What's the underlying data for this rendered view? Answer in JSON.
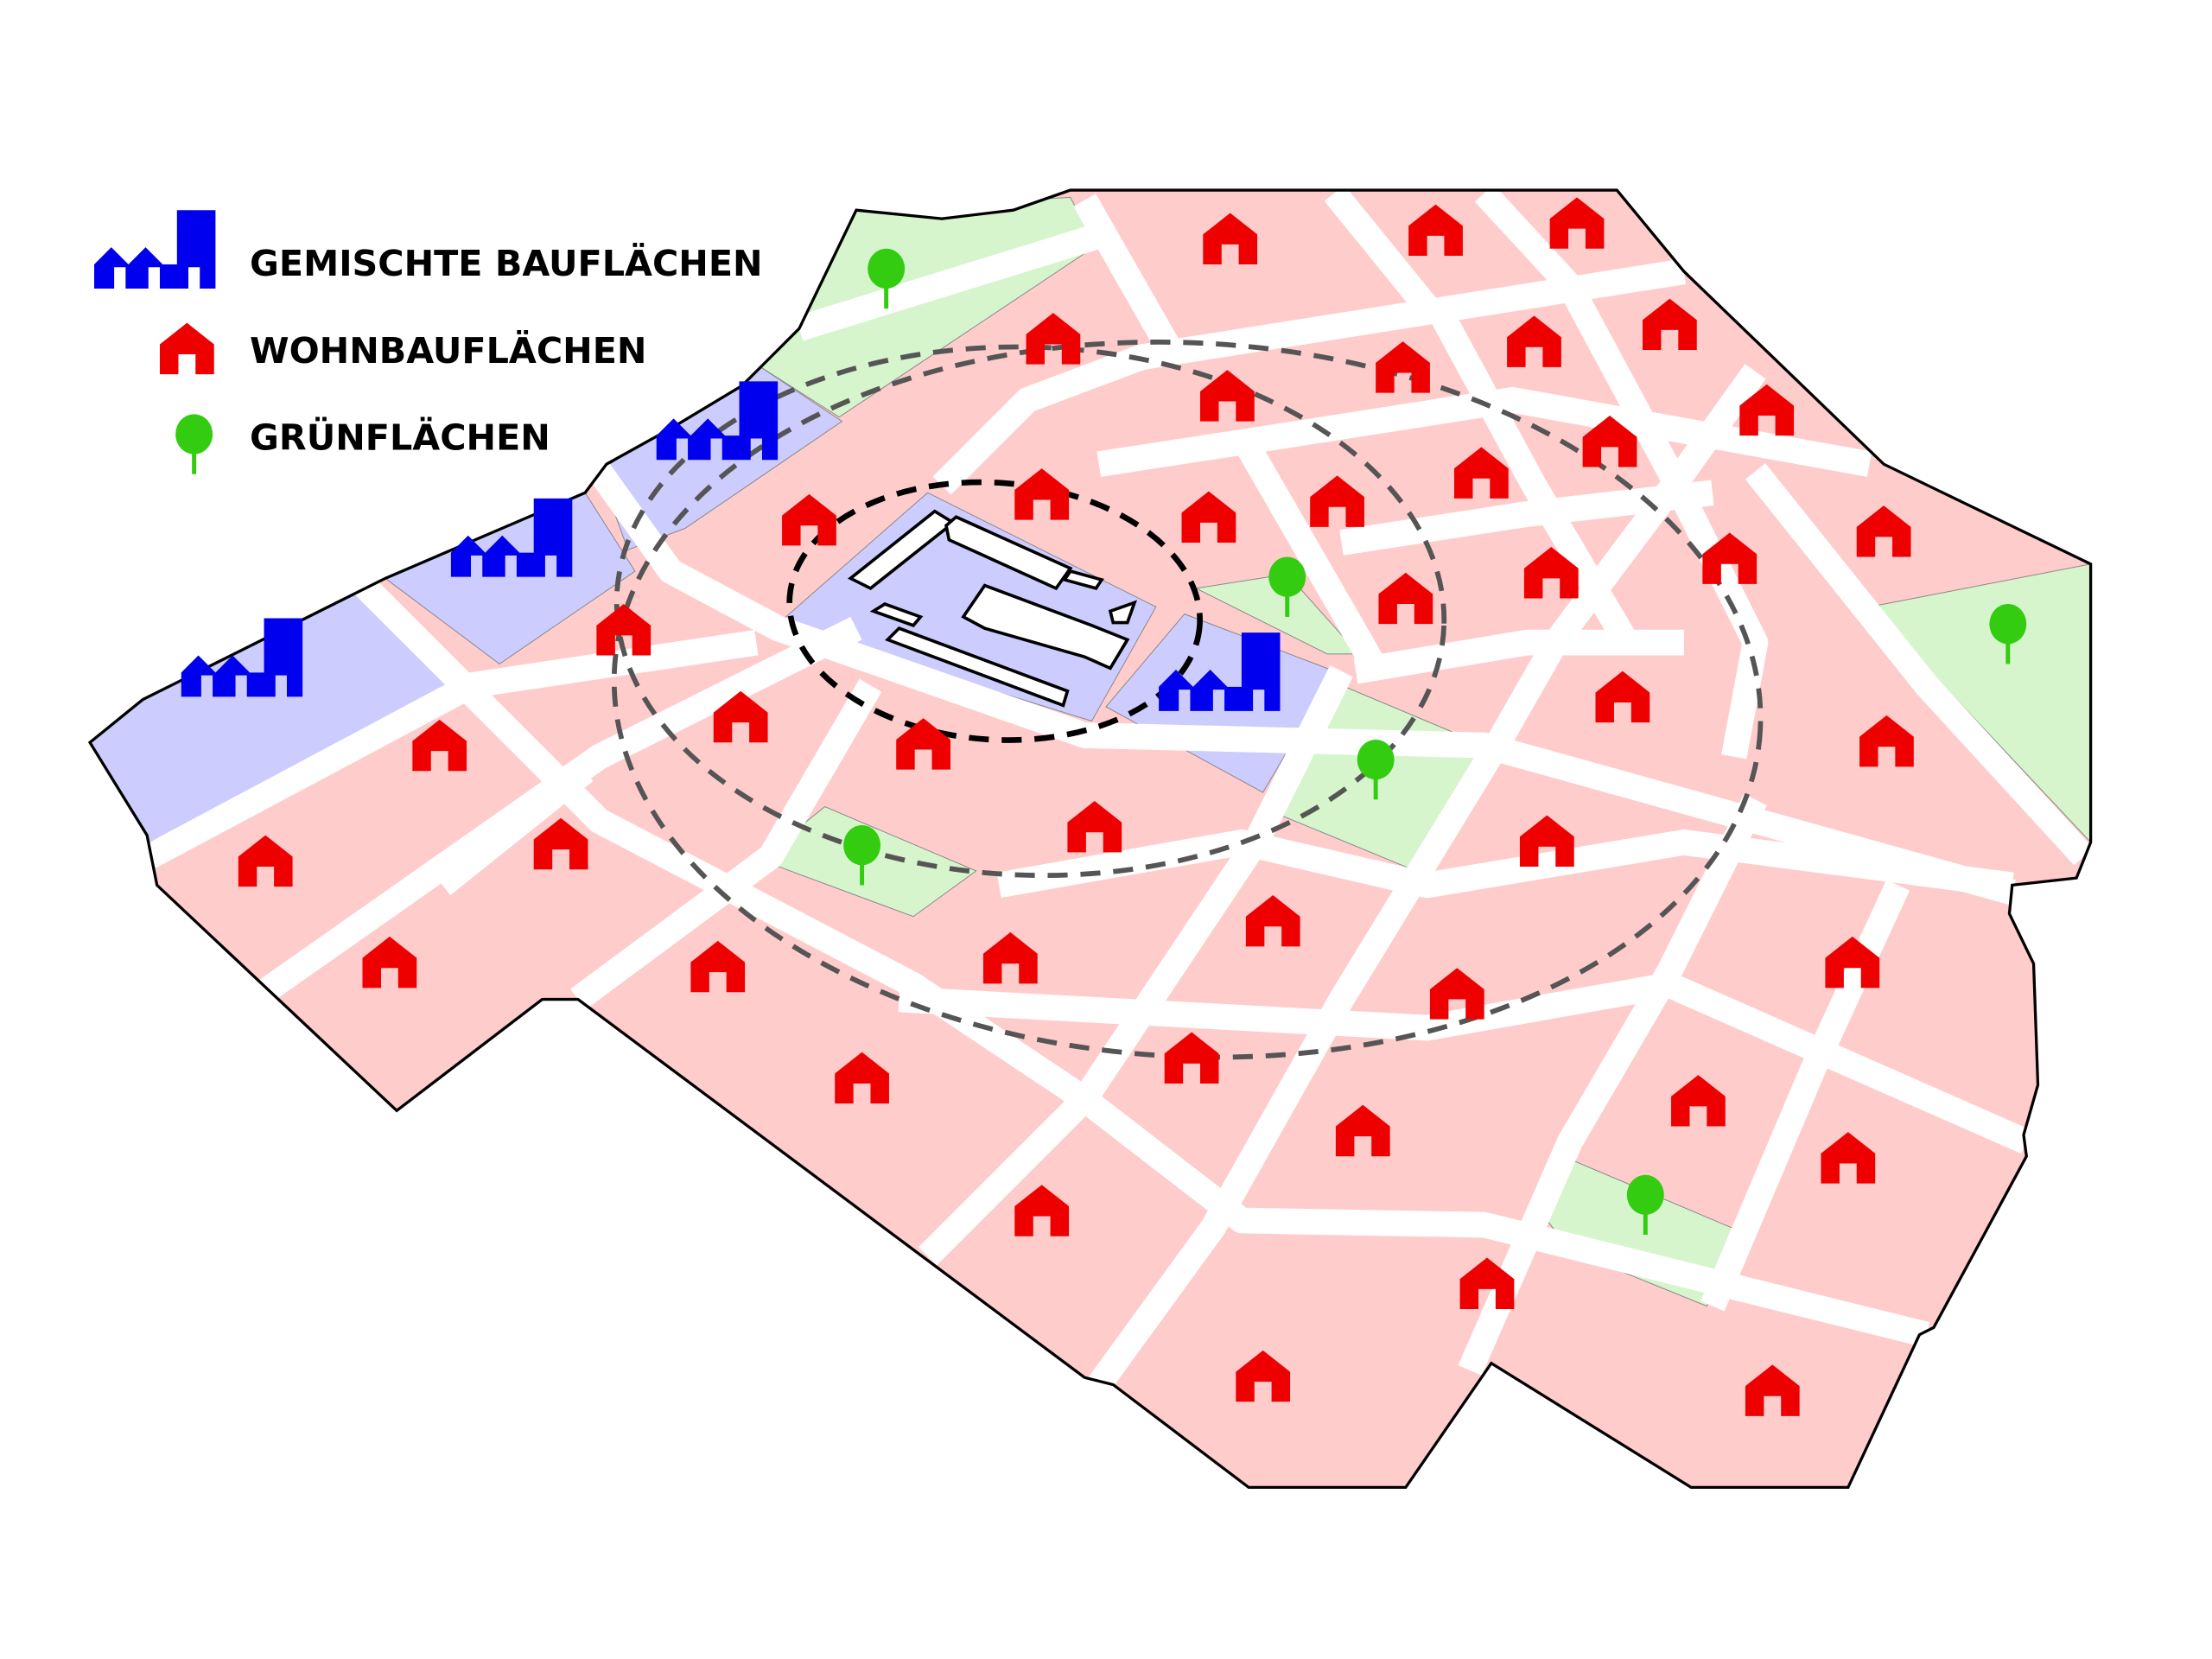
{
  "legend": {
    "items": [
      {
        "label": "GEMISCHTE BAUFLÄCHEN",
        "icon": "factory-icon"
      },
      {
        "label": "WOHNBAUFLÄCHEN",
        "icon": "house-icon"
      },
      {
        "label": "GRÜNFLÄCHEN",
        "icon": "tree-icon"
      }
    ]
  },
  "colors": {
    "mixed_area": "#ccccff",
    "mixed_icon": "#0000ee",
    "residential_area": "#ffcccc",
    "residential_icon": "#ee0000",
    "green_area": "#d6f5cc",
    "green_icon": "#33cc11",
    "road": "#ffffff",
    "outline": "#000000",
    "inner_ring": "#000000",
    "outer_rings": "#555555"
  }
}
